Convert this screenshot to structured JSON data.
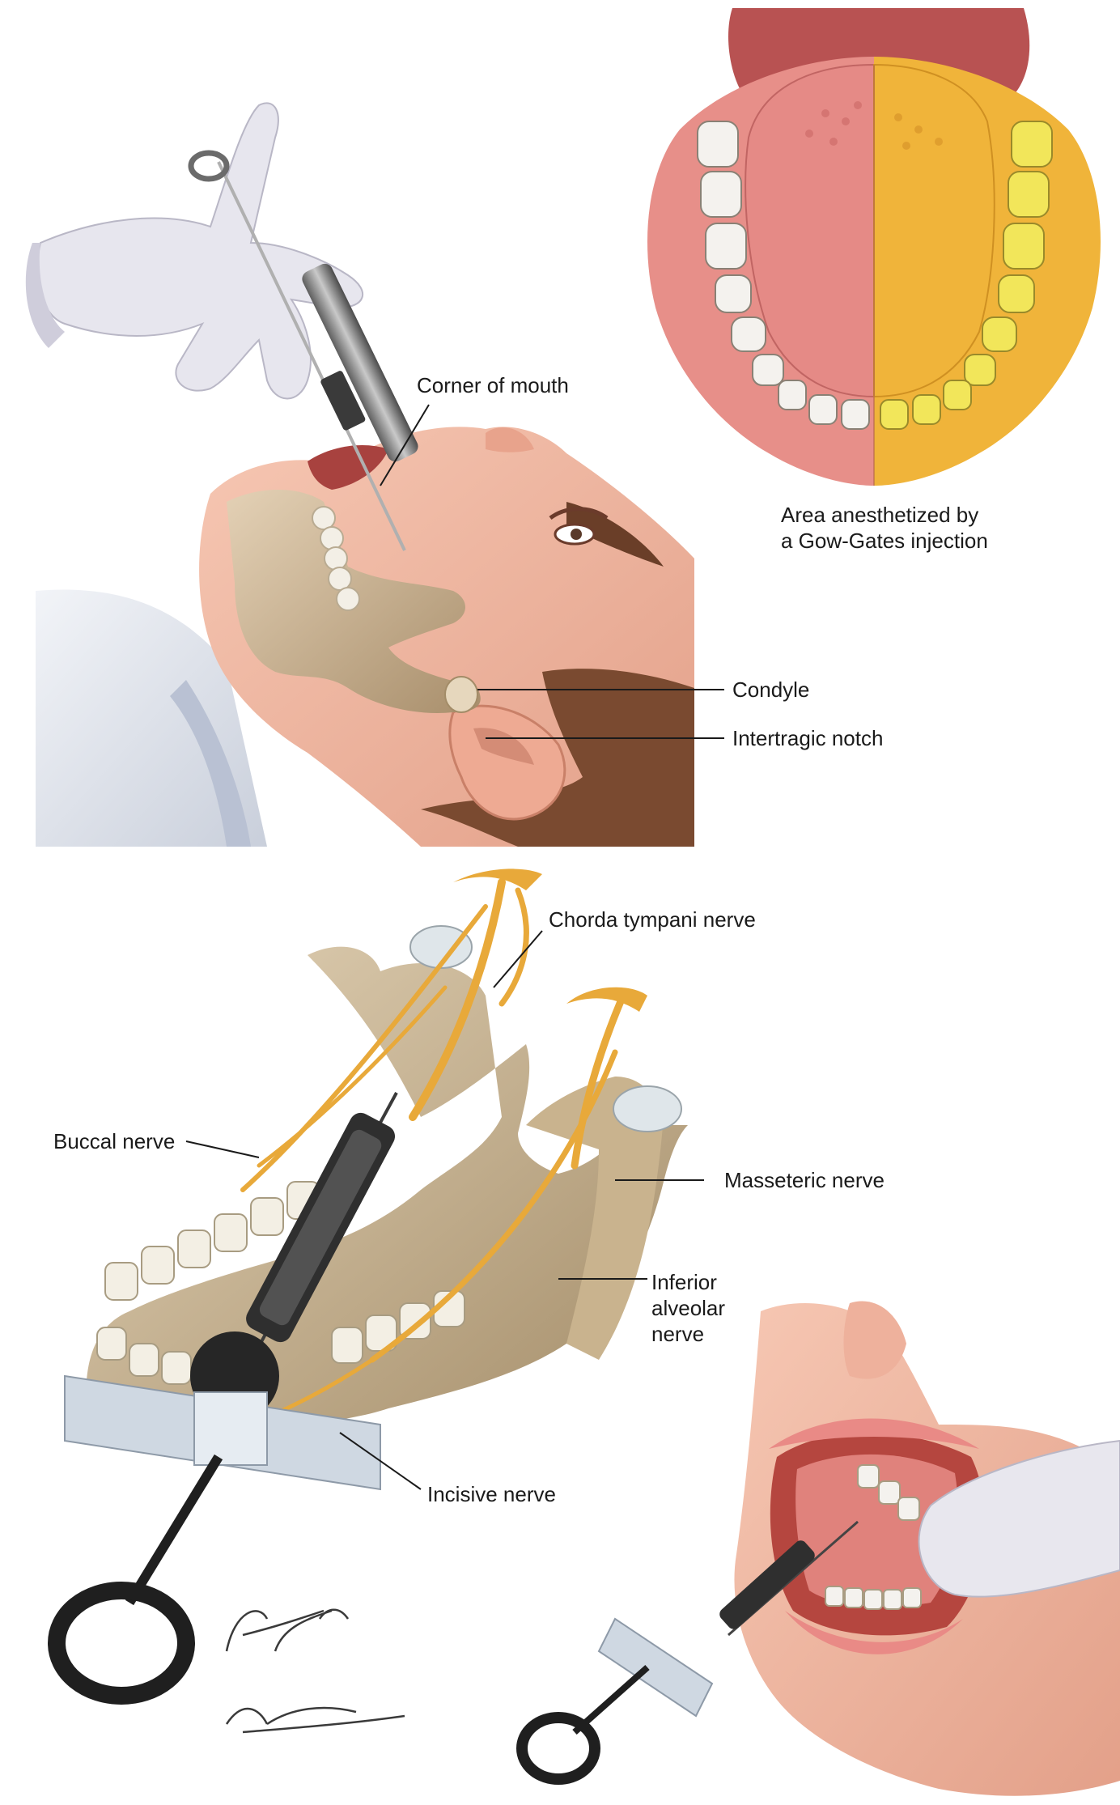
{
  "labels": {
    "corner_of_mouth": "Corner of mouth",
    "area_anesthetized_line1": "Area anesthetized by",
    "area_anesthetized_line2": "a Gow-Gates injection",
    "condyle": "Condyle",
    "intertragic_notch": "Intertragic notch",
    "chorda_tympani_nerve": "Chorda tympani nerve",
    "buccal_nerve": "Buccal nerve",
    "masseteric_nerve": "Masseteric nerve",
    "inferior_alveolar_line1": "Inferior",
    "inferior_alveolar_line2": "alveolar",
    "inferior_alveolar_line3": "nerve",
    "incisive_nerve": "Incisive nerve"
  },
  "signatures": {
    "netter": "F. Netter M.D.",
    "carter": "K. Carter"
  },
  "colors": {
    "skin": "#f1b8a2",
    "skin_shadow": "#d98e78",
    "hair": "#7a4a30",
    "bone": "#d8c4a6",
    "bone_dark": "#a8926e",
    "nerve": "#e8a93a",
    "anesthetized": "#f0b43a",
    "tongue": "#e58a86",
    "gum": "#d96b6b",
    "tooth": "#f4f2ee",
    "tooth_yellow": "#f2e65a",
    "glove": "#e7e6ee",
    "gown": "#dfe4ec",
    "syringe_metal": "#8c8c8c",
    "syringe_dark": "#2e2e2e",
    "leader_line": "#1a1a1a"
  }
}
